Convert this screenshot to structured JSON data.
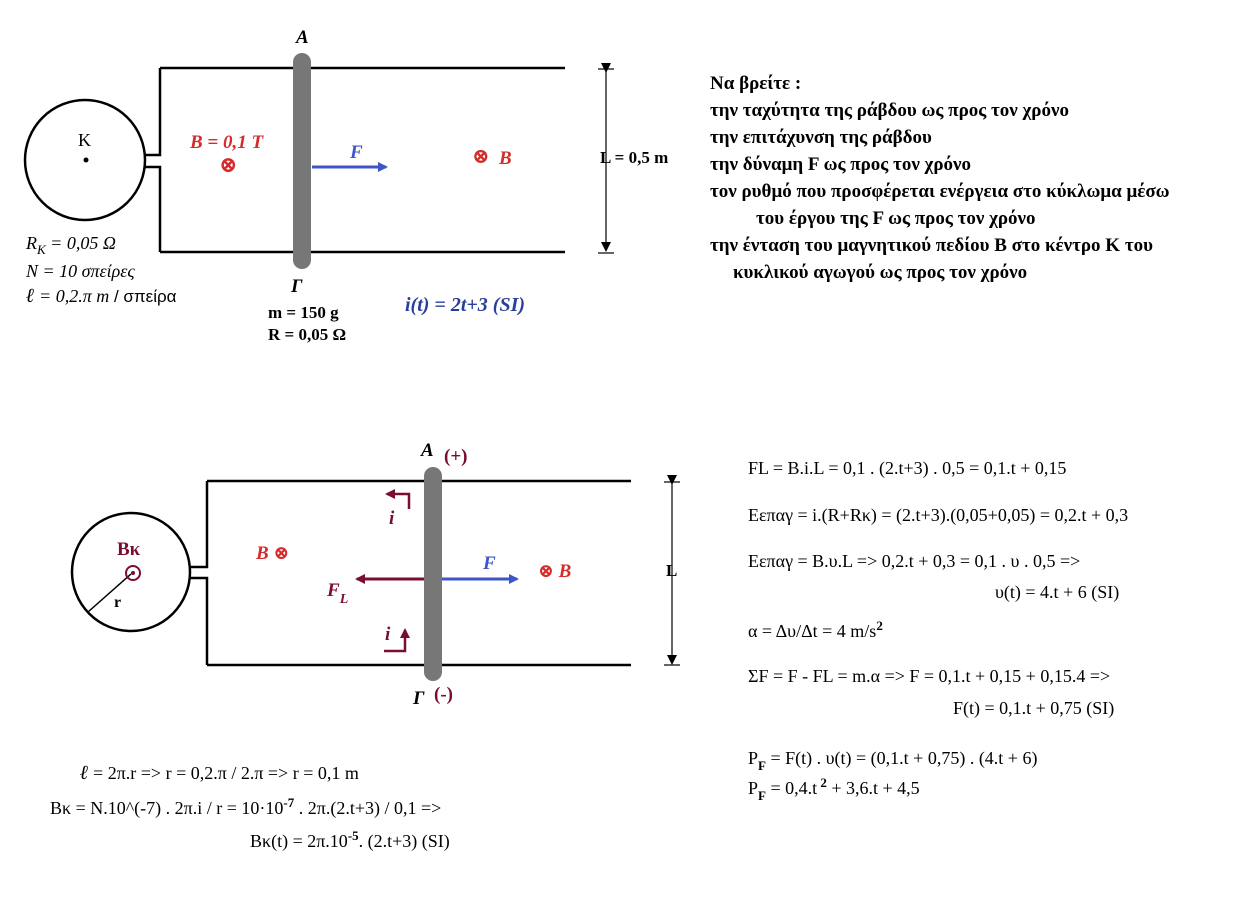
{
  "colors": {
    "red": "#d62b2b",
    "blue": "#3e55c8",
    "navy": "#2a3f9b",
    "maroon": "#7a0e2e",
    "rod": "#777777"
  },
  "top": {
    "label_A": "A",
    "label_G": "Γ",
    "K": "K",
    "B_field": "B = 0,1 T",
    "cross": "⊗",
    "F": "F",
    "B_right_sym": "⊗",
    "B_right": "B",
    "L": "L = 0,5 m",
    "RK_R": "R",
    "RK_sub": "K",
    "RK_val": " = 0,05 Ω",
    "N": "N = 10 σπείρες",
    "ell_sym": "ℓ",
    "ell_rest": "  = 0,2.π  m",
    "ell_tail": " / σπείρα",
    "mass": "m = 150 g",
    "R_rod": "R = 0,05 Ω",
    "current": "i(t) = 2t+3  (SI)"
  },
  "tasks": {
    "title": "Να βρείτε :",
    "items": [
      "την ταχύτητα της ράβδου ως προς τον χρόνο",
      "την επιτάχυνση της ράβδου",
      "την δύναμη F  ως προς τον χρόνο",
      "τον ρυθμό που προσφέρεται ενέργεια στο κύκλωμα μέσω",
      "του έργου της F  ως προς τον χρόνο",
      "την ένταση του μαγνητικού πεδίου B στο κέντρο K του",
      "κυκλικού αγωγού ως προς τον χρόνο"
    ]
  },
  "bottom": {
    "label_A": "A",
    "plus": "(+)",
    "label_G": "Γ",
    "minus": "(-)",
    "Bk": "Bκ",
    "r": "r",
    "B_left": "B ⊗",
    "i_top": "i",
    "i_bot": "i",
    "F": "F",
    "FL_F": "F",
    "FL_sub": "L",
    "B_right": "⊗ B",
    "L": "L"
  },
  "solution": {
    "s1": "FL = B.i.L = 0,1 . (2.t+3) . 0,5 = 0,1.t + 0,15",
    "s2": "Εεπαγ = i.(R+Rκ) = (2.t+3).(0,05+0,05) = 0,2.t + 0,3",
    "s3": "Εεπαγ = B.υ.L  =>  0,2.t + 0,3 = 0,1 . υ . 0,5  =>",
    "s4": "υ(t) = 4.t + 6   (SI)",
    "s5": "α = Δυ/Δt = 4 m/s",
    "s5_sup": "2",
    "s6": "ΣF = F - FL = m.α  =>   F = 0,1.t + 0,15 + 0,15.4  =>",
    "s7": "F(t) = 0,1.t + 0,75   (SI)",
    "p1_P": "P",
    "p1_sub": "F",
    "p1_rest": "  =  F(t) . υ(t) =  (0,1.t + 0,75) . (4.t + 6)",
    "p2_P": "P",
    "p2_sub": "F",
    "p2_a": "  =  0,4.t",
    "p2_sup": " 2",
    "p2_b": "  + 3,6.t + 4,5"
  },
  "bk_solution": {
    "l1_sym": "ℓ",
    "l1_rest": " = 2π.r  =>  r = 0,2.π / 2.π  =>  r = 0,1 m",
    "l2_a": "Bκ  = N.10^(-7) . 2π.i / r  = 10·10",
    "l2_sup": "-7",
    "l2_b": " . 2π.(2.t+3) / 0,1  =>",
    "l3_a": "Bκ(t) = 2π.10",
    "l3_sup": "-5",
    "l3_b": ". (2.t+3)   (SI)"
  }
}
